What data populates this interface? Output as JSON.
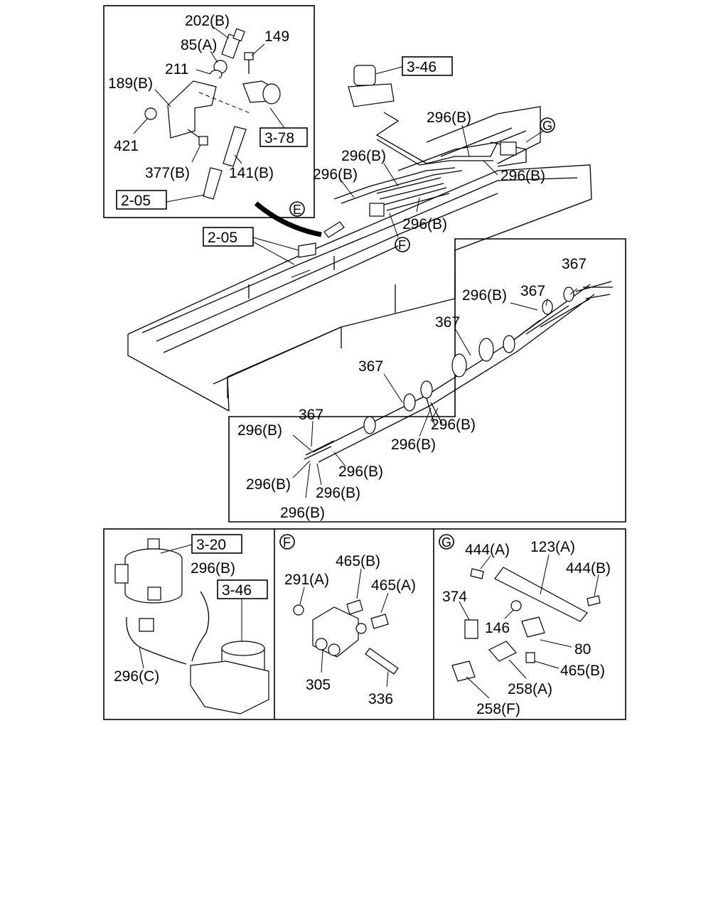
{
  "diagram": {
    "detail_top_left": {
      "labels": [
        "202(B)",
        "85(A)",
        "149",
        "211",
        "189(B)",
        "421",
        "377(B)",
        "141(B)"
      ],
      "refs": [
        "3-78",
        "2-05"
      ]
    },
    "main": {
      "refs": [
        "3-46",
        "2-05"
      ],
      "view_markers": [
        "E",
        "F",
        "G"
      ],
      "labels": [
        "296(B)",
        "296(B)",
        "296(B)",
        "296(B)",
        "296(B)"
      ]
    },
    "harness_detail": {
      "labels": [
        "367",
        "367",
        "296(B)",
        "367",
        "367",
        "367",
        "296(B)",
        "296(B)",
        "296(B)",
        "296(B)",
        "296(B)",
        "296(B)",
        "296(B)"
      ]
    },
    "panel_left": {
      "refs": [
        "3-20",
        "3-46"
      ],
      "labels": [
        "296(B)",
        "296(C)"
      ]
    },
    "panel_f": {
      "marker": "F",
      "labels": [
        "465(B)",
        "291(A)",
        "465(A)",
        "305",
        "336"
      ]
    },
    "panel_g": {
      "marker": "G",
      "labels": [
        "444(A)",
        "123(A)",
        "444(B)",
        "374",
        "146",
        "80",
        "465(B)",
        "258(A)",
        "258(F)"
      ]
    }
  }
}
